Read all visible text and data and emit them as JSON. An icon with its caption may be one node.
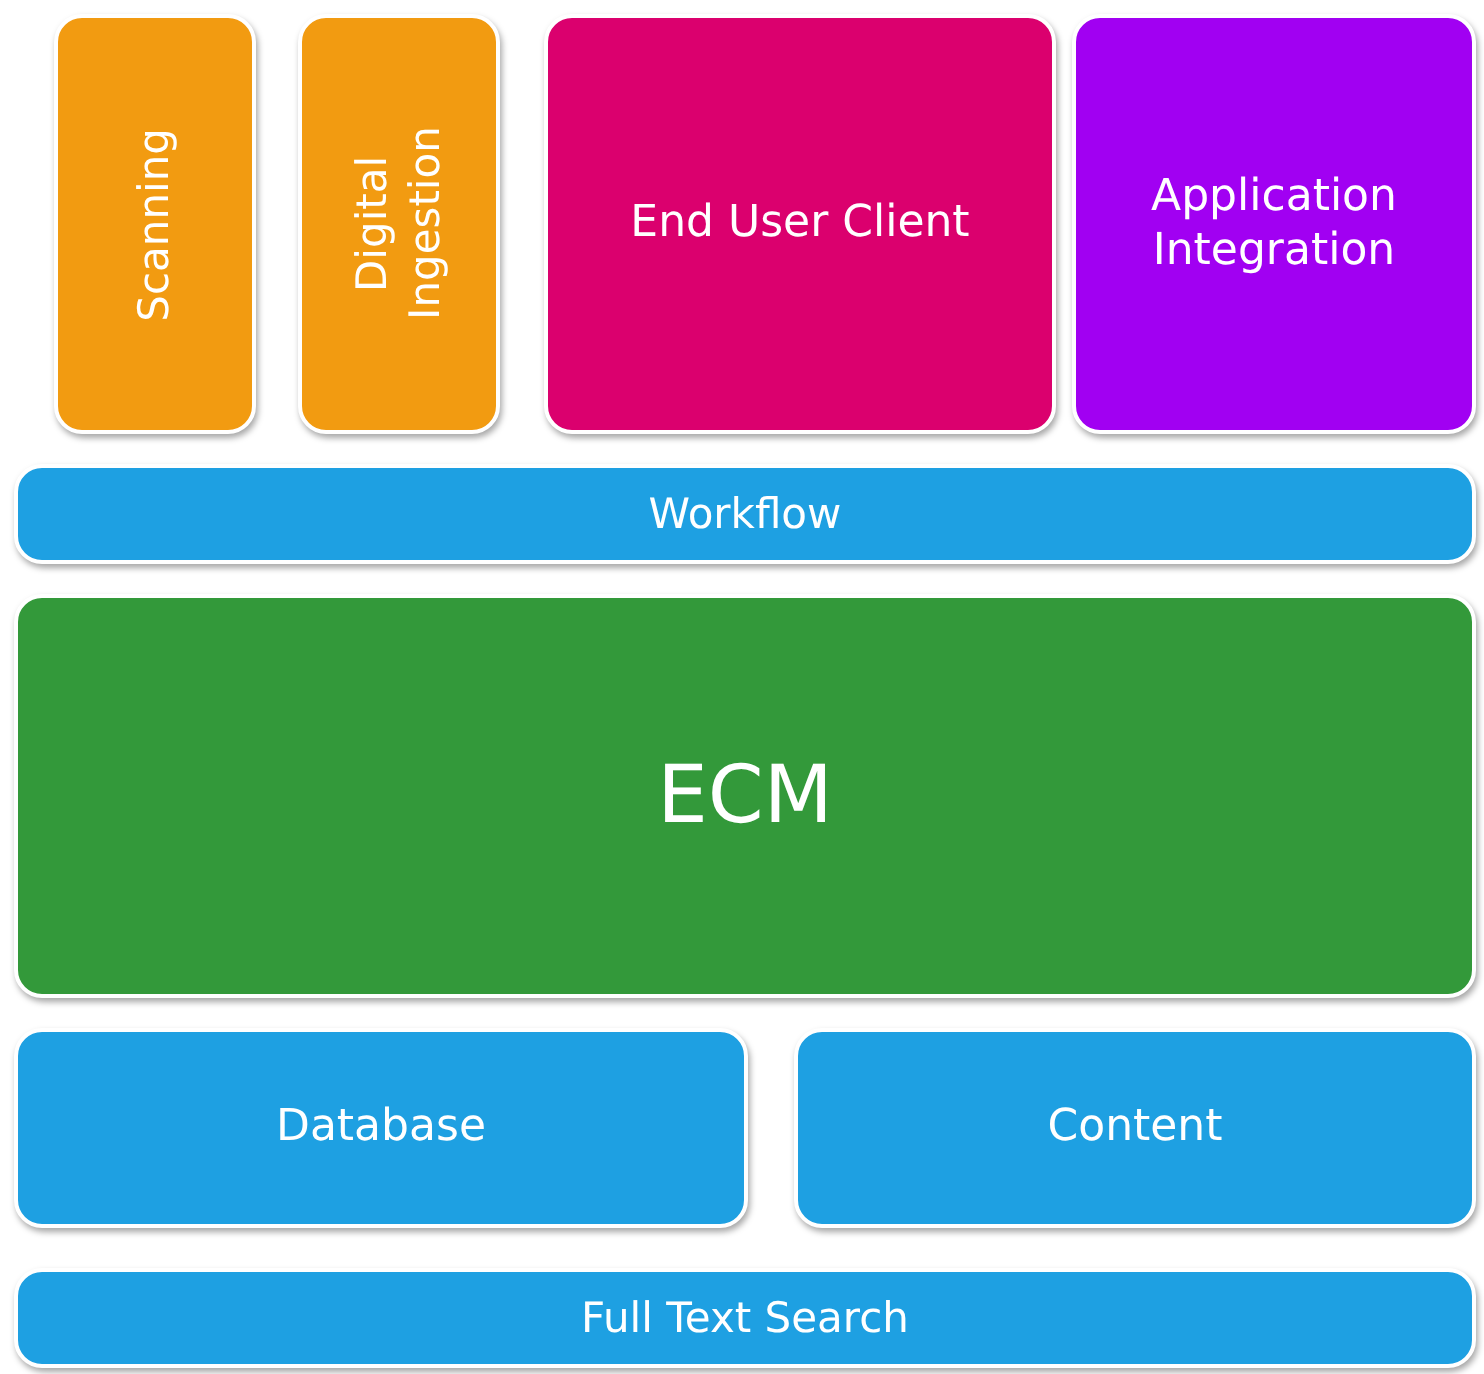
{
  "diagram": {
    "nodes": [
      {
        "text": [
          "Scanning"
        ]
      },
      {
        "text": [
          "Digital Ingestion"
        ]
      },
      {
        "text": [
          "End User Client"
        ]
      },
      {
        "text": [
          "Application Integration"
        ]
      },
      {
        "text": [
          "Workflow"
        ]
      },
      {
        "text": [
          "ECM"
        ]
      },
      {
        "text": [
          "Database"
        ]
      },
      {
        "text": [
          "Content"
        ]
      },
      {
        "text": [
          "Full Text Search"
        ]
      }
    ]
  }
}
